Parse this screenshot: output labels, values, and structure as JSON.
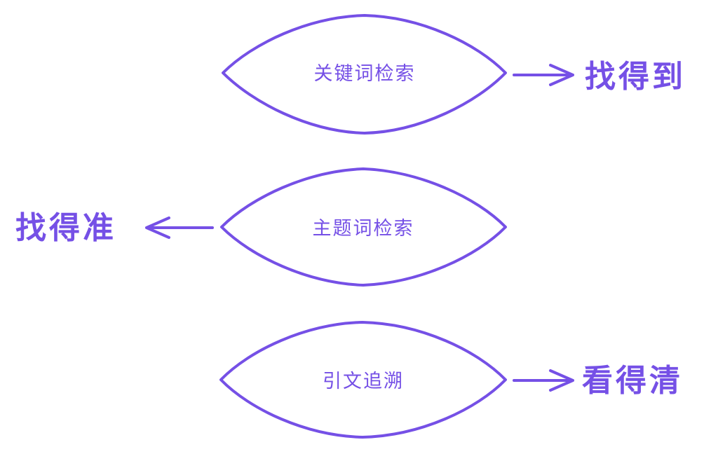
{
  "diagram": {
    "accent_color": "#7550e6",
    "nodes": [
      {
        "label": "关键词检索",
        "result": "找得到",
        "arrow_direction": "right"
      },
      {
        "label": "主题词检索",
        "result": "找得准",
        "arrow_direction": "left"
      },
      {
        "label": "引文追溯",
        "result": "看得清",
        "arrow_direction": "right"
      }
    ]
  }
}
